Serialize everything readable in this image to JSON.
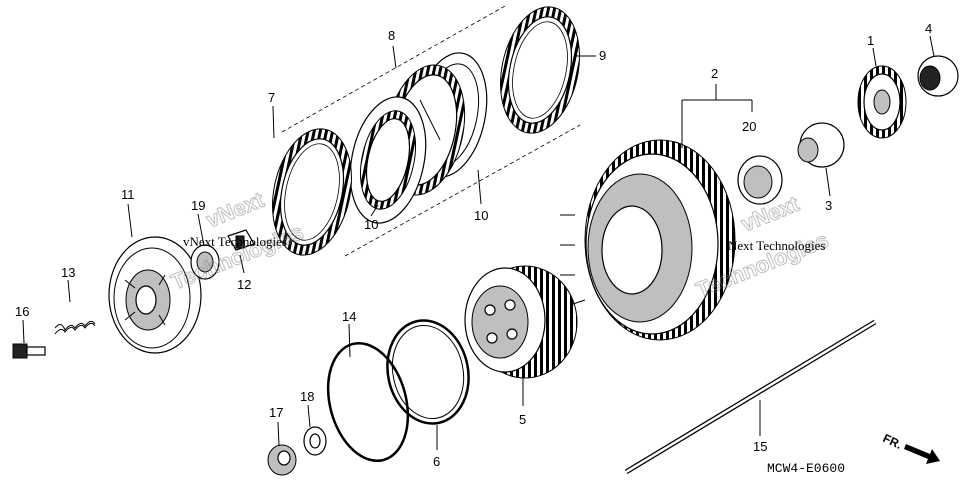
{
  "diagram": {
    "code": "MCW4-E0600",
    "direction_label": "FR.",
    "watermark_lines": [
      "vNext Technologies",
      "Next Technologies"
    ],
    "watermark_outline_lines": [
      "vNext",
      "Technologies",
      "vNext",
      "Technologies"
    ]
  },
  "callouts": [
    {
      "id": "1",
      "label": "1"
    },
    {
      "id": "2",
      "label": "2"
    },
    {
      "id": "3",
      "label": "3"
    },
    {
      "id": "4",
      "label": "4"
    },
    {
      "id": "5",
      "label": "5"
    },
    {
      "id": "6",
      "label": "6"
    },
    {
      "id": "7",
      "label": "7"
    },
    {
      "id": "8",
      "label": "8"
    },
    {
      "id": "9",
      "label": "9"
    },
    {
      "id": "10a",
      "label": "10"
    },
    {
      "id": "10b",
      "label": "10"
    },
    {
      "id": "11",
      "label": "11"
    },
    {
      "id": "12",
      "label": "12"
    },
    {
      "id": "13",
      "label": "13"
    },
    {
      "id": "14",
      "label": "14"
    },
    {
      "id": "15",
      "label": "15"
    },
    {
      "id": "16",
      "label": "16"
    },
    {
      "id": "17",
      "label": "17"
    },
    {
      "id": "18",
      "label": "18"
    },
    {
      "id": "19",
      "label": "19"
    },
    {
      "id": "20",
      "label": "20"
    }
  ]
}
